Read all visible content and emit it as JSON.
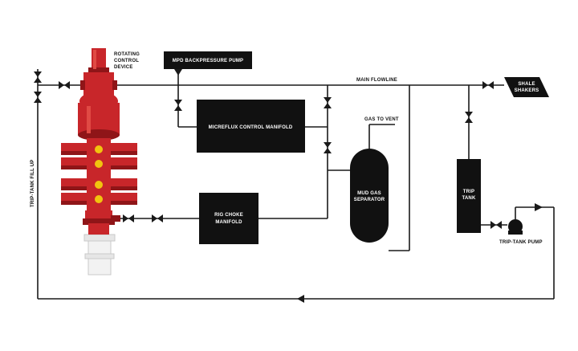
{
  "labels": {
    "rotating_control_device": [
      "ROTATING",
      "CONTROL",
      "DEVICE"
    ],
    "mpd_backpressure_pump": "MPD BACKPRESSURE PUMP",
    "main_flowline": "MAIN FLOWLINE",
    "shale_shakers": [
      "SHALE",
      "SHAKERS"
    ],
    "micreflux_control_manifold": "MICREFLUX CONTROL MANIFOLD",
    "gas_to_vent": "GAS TO VENT",
    "mud_gas_separator": [
      "MUD GAS",
      "SEPARATOR"
    ],
    "trip_tank": [
      "TRIP",
      "TANK"
    ],
    "rig_choke_manifold": [
      "RIG CHOKE",
      "MANIFOLD"
    ],
    "trip_tank_pump": "TRIP-TANK PUMP",
    "trip_tank_fill_up": "TRIP-TANK FILL UP"
  },
  "colors": {
    "line": "#1a1a1a",
    "box": "#111111",
    "bop_red": "#c8262a",
    "background": "#ffffff"
  }
}
